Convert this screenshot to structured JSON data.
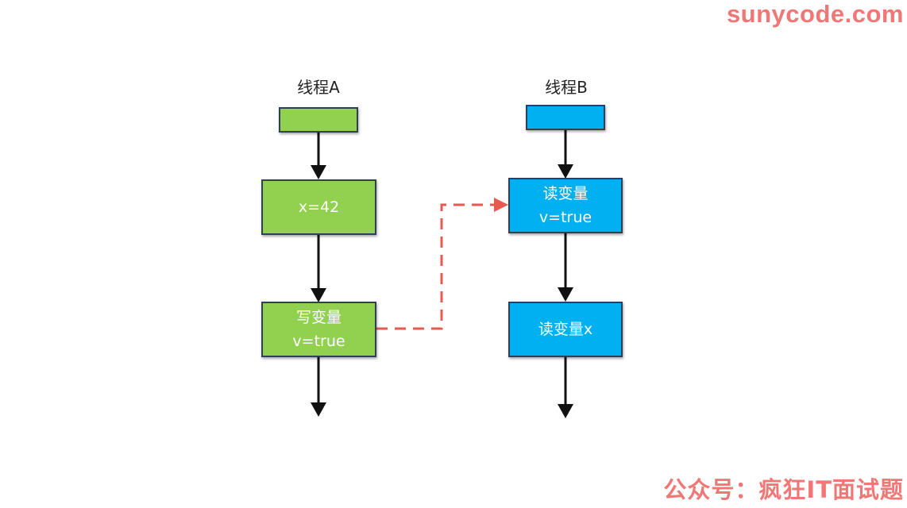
{
  "watermark": {
    "top": "sunycode.com",
    "bottom": "公众号：疯狂IT面试题",
    "color": "#f06c6c"
  },
  "colors": {
    "thread_a_fill": "#92d14f",
    "thread_b_fill": "#00b0f0",
    "arrow": "#111111",
    "dashed_arrow": "#e85a50"
  },
  "thread_a": {
    "title": "线程A",
    "box_x": {
      "line1": "x=42"
    },
    "box_write": {
      "line1": "写变量",
      "line2": "v=true"
    }
  },
  "thread_b": {
    "title": "线程B",
    "box_read_v": {
      "line1": "读变量",
      "line2": "v=true"
    },
    "box_read_x": {
      "line1": "读变量x"
    }
  }
}
